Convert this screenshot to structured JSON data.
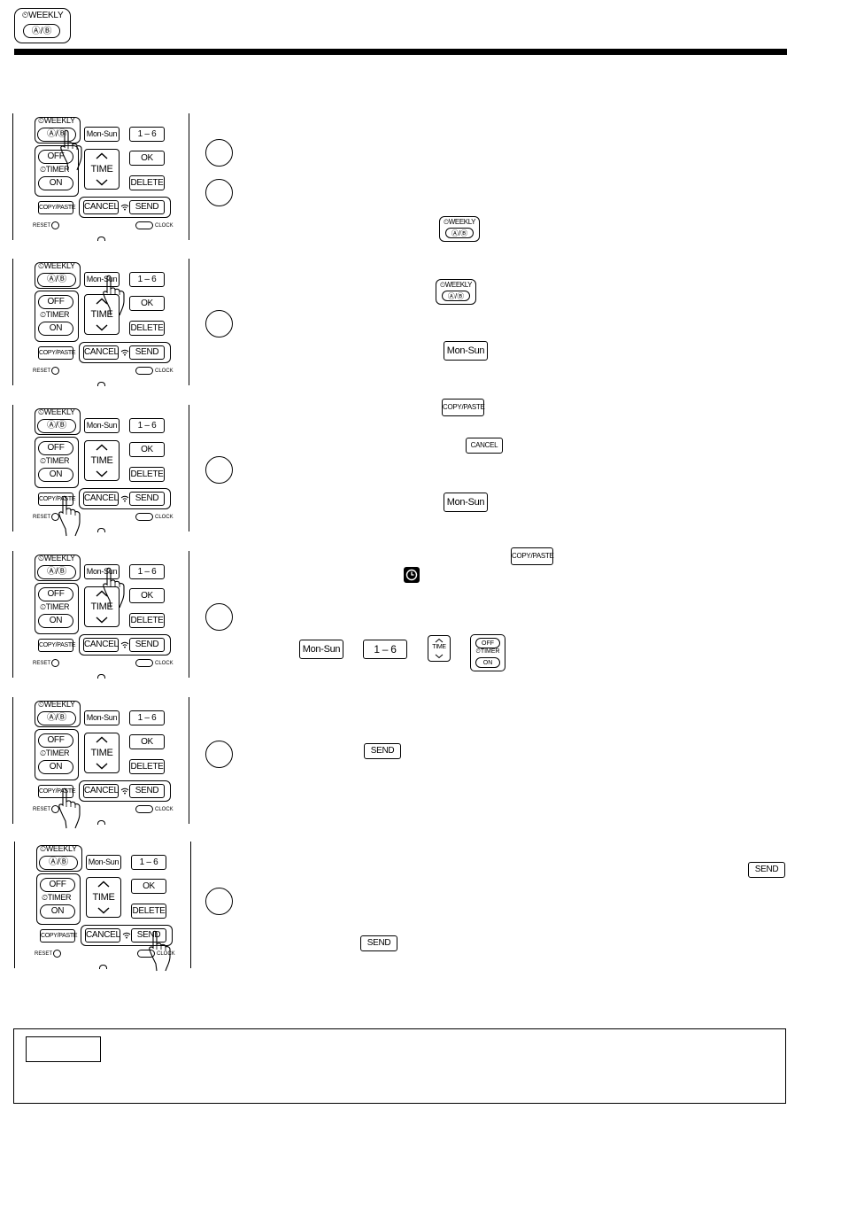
{
  "header": {
    "icon_top": "⏲WEEKLY",
    "icon_bottom": "Ⓐ/Ⓑ"
  },
  "remote": {
    "weekly": "⏲WEEKLY",
    "ab": "Ⓐ/Ⓑ",
    "mon_sun": "Mon-Sun",
    "one_six": "1 – 6",
    "off": "OFF",
    "timer": "⏲TIMER",
    "on": "ON",
    "time": "TIME",
    "ok": "OK",
    "delete": "DELETE",
    "copy_paste": "COPY/PASTE",
    "cancel": "CANCEL",
    "send": "SEND",
    "reset": "RESET",
    "clock": "CLOCK"
  },
  "inline": {
    "weekly_top": "⏲WEEKLY",
    "weekly_bottom": "Ⓐ/Ⓑ",
    "mon_sun": "Mon-Sun",
    "copy_paste": "COPY/PASTE",
    "cancel": "CANCEL",
    "one_six": "1 – 6",
    "time": "TIME",
    "off": "OFF",
    "timer": "⏲TIMER",
    "on": "ON",
    "send": "SEND"
  },
  "icons": {
    "timer_symbol": "clock-icon",
    "hand": "pointing-hand-icon"
  }
}
